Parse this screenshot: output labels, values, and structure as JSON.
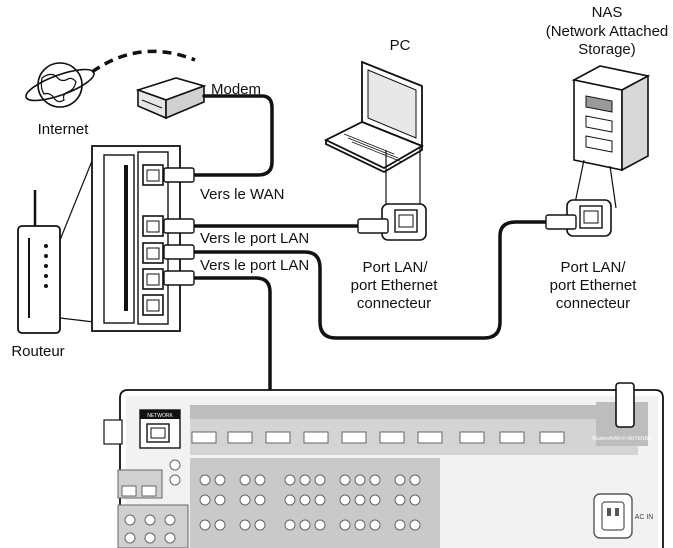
{
  "labels": {
    "internet": "Internet",
    "modem": "Modem",
    "router": "Routeur",
    "to_wan": "Vers le WAN",
    "to_lan_1": "Vers le port LAN",
    "to_lan_2": "Vers le port LAN",
    "pc": "PC",
    "pc_port_line1": "Port LAN/",
    "pc_port_line2": "port Ethernet",
    "pc_port_line3": "connecteur",
    "nas_line1": "NAS",
    "nas_line2": "(Network Attached",
    "nas_line3": "Storage)",
    "nas_port_line1": "Port LAN/",
    "nas_port_line2": "port Ethernet",
    "nas_port_line3": "connecteur",
    "receiver_network": "NETWORK",
    "receiver_ac_in": "AC IN",
    "receiver_bt": "Bluetooth/Wi-Fi ANTENNA"
  },
  "colors": {
    "cable": "#111111",
    "panel_gray": "#bdbdbd",
    "panel_dark": "#7a7a7a",
    "device_white": "#ffffff"
  }
}
